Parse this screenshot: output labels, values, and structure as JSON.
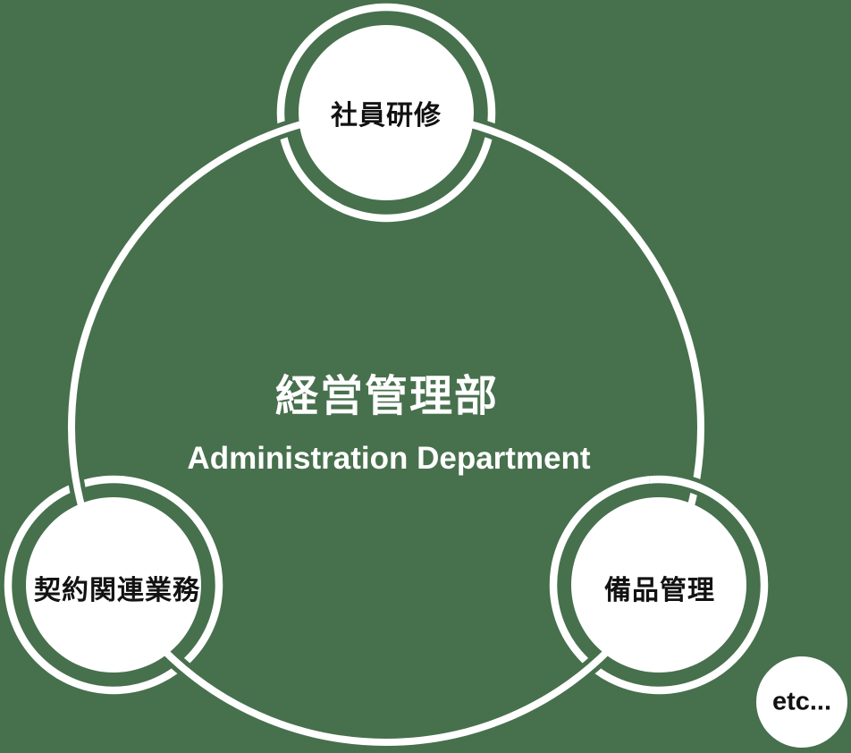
{
  "diagram": {
    "center": {
      "title": "経営管理部",
      "subtitle": "Administration Department"
    },
    "nodes": [
      {
        "id": "employee-training",
        "label": "社員研修"
      },
      {
        "id": "contract-work",
        "label": "契約関連業務"
      },
      {
        "id": "equipment-management",
        "label": "備品管理"
      }
    ],
    "etc_label": "etc..."
  },
  "colors": {
    "background": "#47704D",
    "foreground": "#ffffff",
    "node_text": "#121212"
  }
}
